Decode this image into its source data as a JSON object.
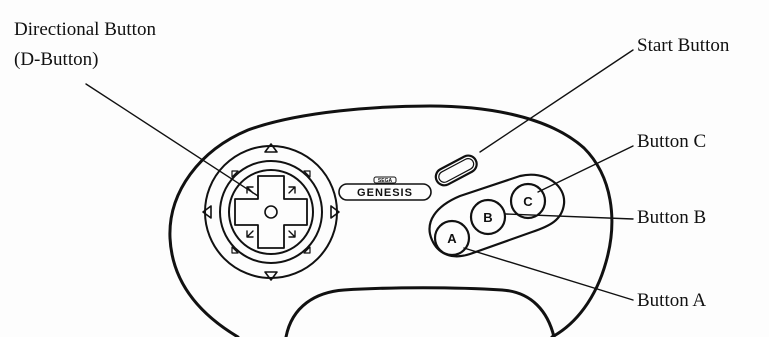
{
  "labels": {
    "directional_line1": "Directional Button",
    "directional_line2": "(D-Button)",
    "start": "Start Button",
    "button_c": "Button C",
    "button_b": "Button B",
    "button_a": "Button A"
  },
  "button_letters": {
    "a": "A",
    "b": "B",
    "c": "C"
  },
  "logo": {
    "small_text": "SEGA",
    "text": "GENESIS"
  },
  "colors": {
    "ink": "#111111",
    "paper": "#fdfdfd"
  }
}
